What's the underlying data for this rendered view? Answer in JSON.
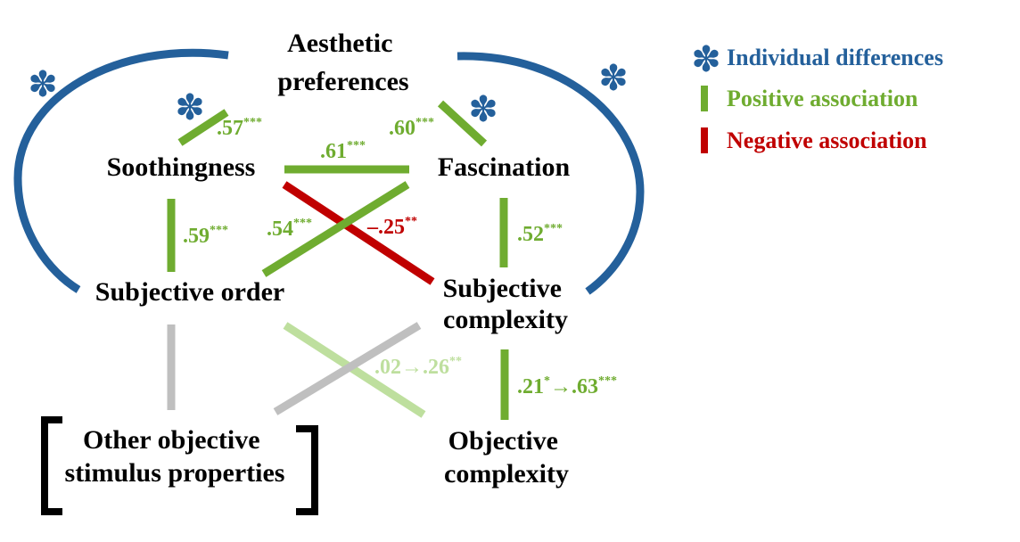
{
  "colors": {
    "individual_differences": "#24609B",
    "positive": "#6FAC30",
    "negative": "#C00000",
    "positive_faint": "#BEDF9E",
    "neutral": "#BFBFBF",
    "text": "#000000"
  },
  "nodes": {
    "aesthetic_preferences": [
      "Aesthetic",
      "preferences"
    ],
    "soothingness": [
      "Soothingness"
    ],
    "fascination": [
      "Fascination"
    ],
    "subjective_order": [
      "Subjective order"
    ],
    "subjective_complexity": [
      "Subjective",
      "complexity"
    ],
    "other_objective": [
      "Other objective",
      "stimulus properties"
    ],
    "objective_complexity": [
      "Objective",
      "complexity"
    ]
  },
  "edges": [
    {
      "id": "soothingness-aesthetic",
      "from": "Soothingness",
      "to": "Aesthetic preferences",
      "type": "positive",
      "label": ".57",
      "sig": "***",
      "individual_differences": true
    },
    {
      "id": "fascination-aesthetic",
      "from": "Fascination",
      "to": "Aesthetic preferences",
      "type": "positive",
      "label": ".60",
      "sig": "***",
      "individual_differences": true
    },
    {
      "id": "soothingness-fascination",
      "from": "Soothingness",
      "to": "Fascination",
      "type": "positive",
      "label": ".61",
      "sig": "***"
    },
    {
      "id": "soothingness-order",
      "from": "Soothingness",
      "to": "Subjective order",
      "type": "positive",
      "label": ".59",
      "sig": "***"
    },
    {
      "id": "fascination-order",
      "from": "Fascination",
      "to": "Subjective order",
      "type": "positive",
      "label": ".54",
      "sig": "***"
    },
    {
      "id": "soothingness-complexity",
      "from": "Soothingness",
      "to": "Subjective complexity",
      "type": "negative",
      "label": "–.25",
      "sig": "**"
    },
    {
      "id": "fascination-complexity",
      "from": "Fascination",
      "to": "Subjective complexity",
      "type": "positive",
      "label": ".52",
      "sig": "***"
    },
    {
      "id": "order-objcomplexity",
      "from": "Subjective order",
      "to": "Objective complexity",
      "type": "positive_faint",
      "label_a": ".02",
      "arrow": "→",
      "label_b": ".26",
      "sig_a": "",
      "sig_b": "**"
    },
    {
      "id": "complexity-other",
      "from": "Subjective complexity",
      "to": "Other objective stimulus properties",
      "type": "neutral"
    },
    {
      "id": "order-other",
      "from": "Subjective order",
      "to": "Other objective stimulus properties",
      "type": "neutral"
    },
    {
      "id": "complexity-objcomplexity",
      "from": "Subjective complexity",
      "to": "Objective complexity",
      "type": "positive",
      "label_a": ".21",
      "sig_a": "*",
      "arrow": "→",
      "label_b": ".63",
      "sig_b": "***"
    }
  ],
  "individual_differences_arcs": [
    {
      "side": "left",
      "nodes": "Aesthetic preferences – Subjective order"
    },
    {
      "side": "right",
      "nodes": "Aesthetic preferences – Subjective complexity"
    }
  ],
  "asterisk_glyph": "✽",
  "legend": [
    {
      "marker": "asterisk",
      "label": "Individual differences",
      "color_key": "individual_differences"
    },
    {
      "marker": "bar",
      "label": "Positive association",
      "color_key": "positive"
    },
    {
      "marker": "bar",
      "label": "Negative association",
      "color_key": "negative"
    }
  ]
}
